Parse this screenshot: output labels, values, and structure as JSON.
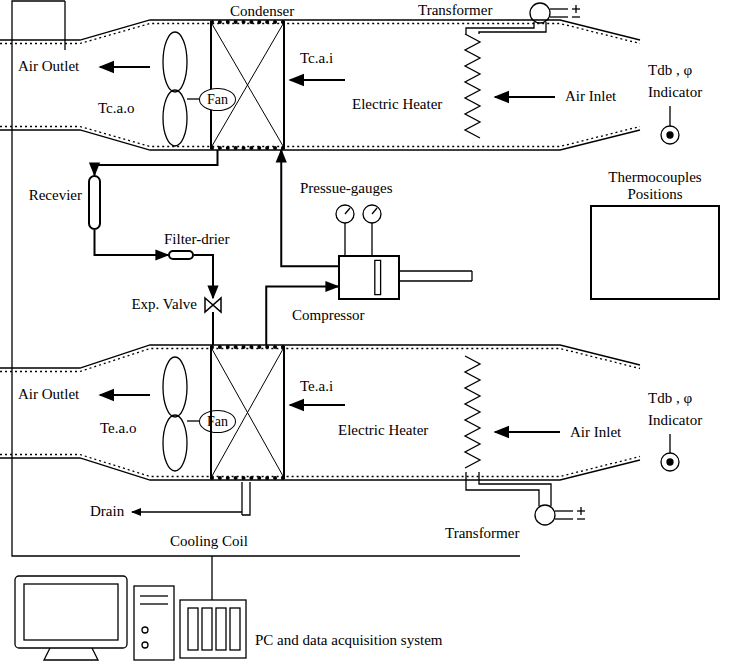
{
  "diagram": {
    "nodes": [
      {
        "text": [
          "Condenser"
        ]
      },
      {
        "text": [
          "Fan"
        ]
      },
      {
        "text": [
          "Recevier"
        ]
      },
      {
        "text": [
          "Filter-drier"
        ]
      },
      {
        "text": [
          "Exp. Valve"
        ]
      },
      {
        "text": [
          "Compressor"
        ]
      },
      {
        "text": [
          "Thermocouples Positions"
        ]
      },
      {
        "text": [
          "Fan"
        ]
      },
      {
        "text": [
          "Cooling Coil"
        ]
      },
      {
        "text": [
          "PC and data acquisition system"
        ]
      }
    ],
    "edges": [
      {
        "from": 5,
        "to": 0,
        "arrow": "to"
      },
      {
        "from": 0,
        "to": 2,
        "arrow": "to"
      },
      {
        "from": 2,
        "to": 3,
        "arrow": "to"
      },
      {
        "from": 3,
        "to": 4,
        "arrow": "to"
      },
      {
        "from": 4,
        "to": 8,
        "arrow": "none"
      },
      {
        "from": 8,
        "to": 5,
        "arrow": "to"
      }
    ],
    "labels": [
      "Transformer",
      "Air Outlet",
      "Tc.a.o",
      "Tc.a.i",
      "Electric Heater",
      "Air Inlet",
      "Tdb , φ",
      "Indicator",
      "Pressue-gauges",
      "Air Outlet",
      "Te.a.o",
      "Te.a.i",
      "Electric Heater",
      "Air Inlet",
      "Tdb , φ",
      "Indicator",
      "Drain",
      "Transformer"
    ]
  }
}
